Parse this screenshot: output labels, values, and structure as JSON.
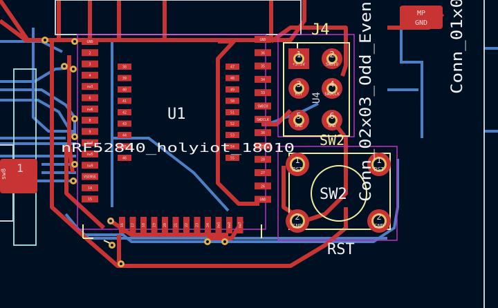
{
  "labels": {
    "u1_ref": "U1",
    "u1_value": "nRF52840_holyiot_18010",
    "j4_ref": "J4",
    "j4_value": "Conn_02x03_Odd_Even",
    "conn_right": "Conn_01x0",
    "sw2_ref": "SW2",
    "sw2_center": "SW2",
    "sw2_value": "RST",
    "u4_ref": "U4",
    "sw8_pad_num": "1",
    "sw8_pad_net": "sw8",
    "mp_pad_num": "MP",
    "mp_pad_net": "GND"
  },
  "u1_left_pads": [
    "GND",
    "2",
    "3",
    "4",
    "sw3",
    "6",
    "sw6",
    "8",
    "9",
    "sw4",
    "sw5",
    "sw9",
    "VSENSE",
    "14",
    "15"
  ],
  "u1_inner_left_pads": [
    "38",
    "39",
    "40",
    "41",
    "42",
    "43",
    "44",
    "45",
    "46"
  ],
  "u1_inner_right_pads": [
    "47",
    "48",
    "49",
    "50",
    "51",
    "52",
    "53",
    "54",
    "55"
  ],
  "u1_right_pads": [
    "GND",
    "36",
    "35",
    "34",
    "33",
    "SWDIO",
    "SWDCLK",
    "30",
    "29",
    "28",
    "27",
    "26",
    "GND"
  ],
  "u1_bottom_pads": [
    "16",
    "17",
    "18",
    "19",
    "20",
    "21",
    "22",
    "23",
    "24",
    "sw1",
    "sw2",
    "sw7"
  ],
  "j4_pads": [
    {
      "num": "1",
      "net": "+3.3V"
    },
    {
      "num": "2",
      "net": "SWDIO"
    },
    {
      "num": "3",
      "net": "RST"
    },
    {
      "num": "4",
      "net": "SWDCLK"
    },
    {
      "num": "5",
      "net": "GND"
    },
    {
      "num": "6",
      "net": "GND"
    }
  ],
  "sw2_pads": [
    {
      "num": "1",
      "net": "RST"
    },
    {
      "num": "1",
      "net": "RST"
    },
    {
      "num": "2",
      "net": "GND"
    },
    {
      "num": "2",
      "net": "GND"
    }
  ],
  "colors": {
    "background": "#001023",
    "copper_front": "#c83434",
    "copper_back": "#4d7fc4",
    "silkscreen": "#f2ed9e",
    "courtyard": "#c22fc2",
    "edge": "#c8c8c8"
  }
}
